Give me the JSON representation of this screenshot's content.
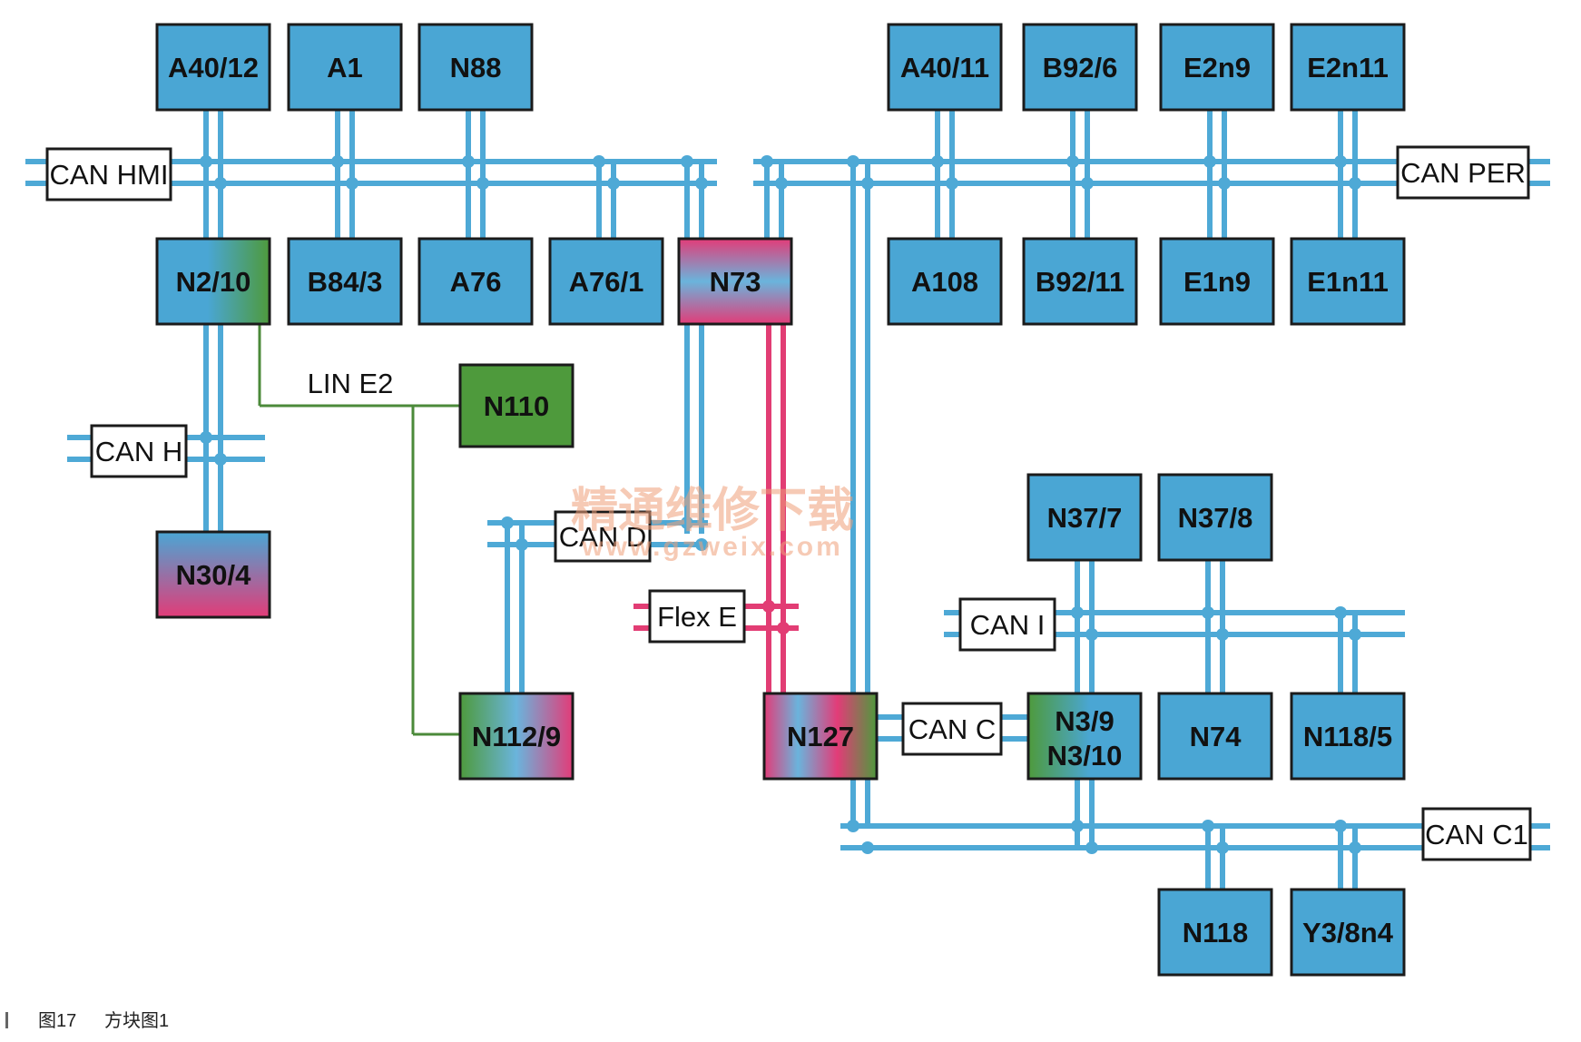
{
  "colors": {
    "can": "#4ea9d6",
    "flexray": "#e23d74",
    "lin": "#4b8a3a",
    "ecu_blue": "#4aa6d4",
    "ecu_green": "#4e9a3c",
    "ecu_pink": "#e23c78",
    "outline": "#1b1b1b"
  },
  "ecus": [
    {
      "id": "A40/12",
      "label": "A40/12",
      "fill": "blue"
    },
    {
      "id": "A1",
      "label": "A1",
      "fill": "blue"
    },
    {
      "id": "N88",
      "label": "N88",
      "fill": "blue"
    },
    {
      "id": "N2/10",
      "label": "N2/10",
      "fill": "blue-green"
    },
    {
      "id": "B84/3",
      "label": "B84/3",
      "fill": "blue"
    },
    {
      "id": "A76",
      "label": "A76",
      "fill": "blue"
    },
    {
      "id": "A76/1",
      "label": "A76/1",
      "fill": "blue"
    },
    {
      "id": "N73",
      "label": "N73",
      "fill": "pink-blue-pink"
    },
    {
      "id": "A40/11",
      "label": "A40/11",
      "fill": "blue"
    },
    {
      "id": "B92/6",
      "label": "B92/6",
      "fill": "blue"
    },
    {
      "id": "E2n9",
      "label": "E2n9",
      "fill": "blue"
    },
    {
      "id": "E2n11",
      "label": "E2n11",
      "fill": "blue"
    },
    {
      "id": "A108",
      "label": "A108",
      "fill": "blue"
    },
    {
      "id": "B92/11",
      "label": "B92/11",
      "fill": "blue"
    },
    {
      "id": "E1n9",
      "label": "E1n9",
      "fill": "blue"
    },
    {
      "id": "E1n11",
      "label": "E1n11",
      "fill": "blue"
    },
    {
      "id": "N110",
      "label": "N110",
      "fill": "green"
    },
    {
      "id": "N30/4",
      "label": "N30/4",
      "fill": "blue-pink"
    },
    {
      "id": "N112/9",
      "label": "N112/9",
      "fill": "green-blue-pink"
    },
    {
      "id": "N37/7",
      "label": "N37/7",
      "fill": "blue"
    },
    {
      "id": "N37/8",
      "label": "N37/8",
      "fill": "blue"
    },
    {
      "id": "N127",
      "label": "N127",
      "fill": "pink-blue-pink-green"
    },
    {
      "id": "N3/9",
      "label": "N3/9",
      "label2": "N3/10",
      "fill": "green-blue"
    },
    {
      "id": "N74",
      "label": "N74",
      "fill": "blue"
    },
    {
      "id": "N118/5",
      "label": "N118/5",
      "fill": "blue"
    },
    {
      "id": "N118",
      "label": "N118",
      "fill": "blue"
    },
    {
      "id": "Y3/8n4",
      "label": "Y3/8n4",
      "fill": "blue"
    }
  ],
  "buses": [
    {
      "id": "can-hmi",
      "label": "CAN HMI",
      "type": "CAN"
    },
    {
      "id": "can-per",
      "label": "CAN PER",
      "type": "CAN"
    },
    {
      "id": "can-h",
      "label": "CAN H",
      "type": "CAN"
    },
    {
      "id": "lin-e2",
      "label": "LIN E2",
      "type": "LIN"
    },
    {
      "id": "can-d",
      "label": "CAN D",
      "type": "CAN"
    },
    {
      "id": "flex-e",
      "label": "Flex E",
      "type": "FlexRay"
    },
    {
      "id": "can-i",
      "label": "CAN I",
      "type": "CAN"
    },
    {
      "id": "can-c",
      "label": "CAN C",
      "type": "CAN"
    },
    {
      "id": "can-c1",
      "label": "CAN C1",
      "type": "CAN"
    }
  ],
  "watermark": {
    "text": "精通维修下载",
    "url": "www.gzweix.com"
  },
  "caption": {
    "figure": "图17",
    "title": "方块图1"
  }
}
